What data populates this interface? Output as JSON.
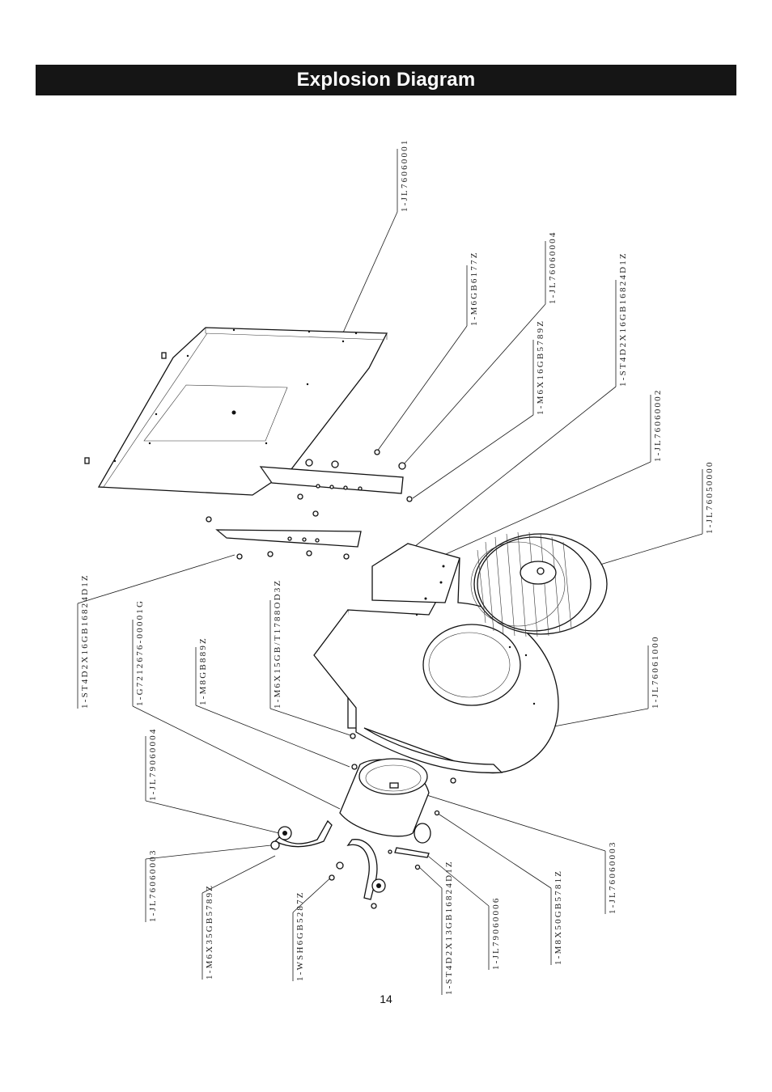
{
  "page": {
    "title": "Explosion Diagram",
    "page_number": "14"
  },
  "parts": [
    {
      "id": "p1",
      "label": "1-JL76060001"
    },
    {
      "id": "p2",
      "label": "1-M6GB6177Z"
    },
    {
      "id": "p3",
      "label": "1-JL76060004"
    },
    {
      "id": "p4",
      "label": "1-M6X16GB5789Z"
    },
    {
      "id": "p5",
      "label": "1-ST4D2X16GB16824D1Z"
    },
    {
      "id": "p6",
      "label": "1-JL76060002"
    },
    {
      "id": "p7",
      "label": "1-JL76050000"
    },
    {
      "id": "p8",
      "label": "1-JL76061000"
    },
    {
      "id": "p9",
      "label": "1-JL76060003"
    },
    {
      "id": "p10",
      "label": "1-M8X50GB5781Z"
    },
    {
      "id": "p11",
      "label": "1-JL79060006"
    },
    {
      "id": "p12",
      "label": "1-ST4D2X13GB16824D1Z"
    },
    {
      "id": "p13",
      "label": "1-WSH6GB5287Z"
    },
    {
      "id": "p14",
      "label": "1-M6X35GB5789Z"
    },
    {
      "id": "p15",
      "label": "1-JL76060003"
    },
    {
      "id": "p16",
      "label": "1-JL79060004"
    },
    {
      "id": "p17",
      "label": "1-M8GB889Z"
    },
    {
      "id": "p18",
      "label": "1-G7212676-00001G"
    },
    {
      "id": "p19",
      "label": "1-M6X15GB/T1788OD3Z"
    },
    {
      "id": "p20",
      "label": "1-ST4D2X16GB16824D1Z"
    }
  ]
}
